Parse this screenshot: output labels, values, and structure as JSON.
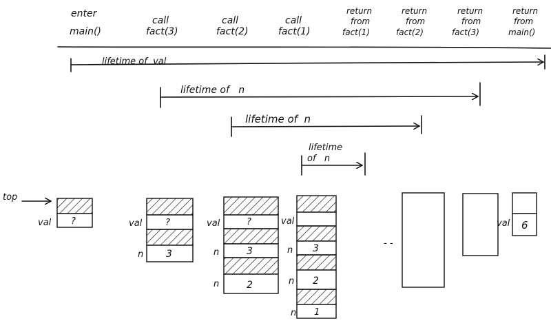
{
  "timeline": {
    "events": [
      {
        "line1": "enter",
        "line2": "main()"
      },
      {
        "line1": "call",
        "line2": "fact(3)"
      },
      {
        "line1": "call",
        "line2": "fact(2)"
      },
      {
        "line1": "call",
        "line2": "fact(1)"
      },
      {
        "line1": "return",
        "line2": "from",
        "line3": "fact(1)"
      },
      {
        "line1": "return",
        "line2": "from",
        "line3": "fact(2)"
      },
      {
        "line1": "return",
        "line2": "from",
        "line3": "fact(3)"
      },
      {
        "line1": "return",
        "line2": "from",
        "line3": "main()"
      }
    ]
  },
  "lifetimes": [
    {
      "label": "lifetime of  val"
    },
    {
      "label": "lifetime of   n"
    },
    {
      "label": "lifetime of  n"
    },
    {
      "label_line1": "lifetime",
      "label_line2": "of   n"
    }
  ],
  "stack": {
    "top_label": "top",
    "ellipsis": "- -",
    "frame1": {
      "val_label": "val",
      "val_value": "?"
    },
    "frame2": {
      "val_label": "val",
      "val_value": "?",
      "n_label": "n",
      "n_value": "3"
    },
    "frame3": {
      "val_label": "val",
      "val_value": "?",
      "n1_label": "n",
      "n1_value": "3",
      "n2_label": "n",
      "n2_value": "2"
    },
    "frame4": {
      "val_label": "val",
      "n1_label": "n",
      "n1_value": "3",
      "n2_label": "n",
      "n2_value": "2",
      "n3_label": "n",
      "n3_value": "1"
    },
    "frame8": {
      "val_label": "val",
      "val_value": "6"
    }
  }
}
